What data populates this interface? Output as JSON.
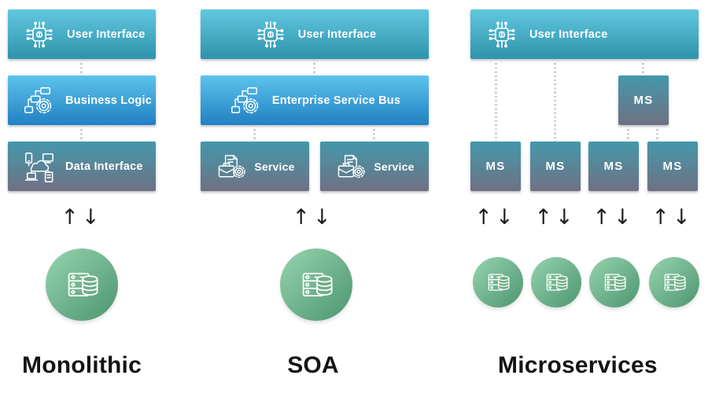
{
  "colors": {
    "ui_box_top": "#60C8E0",
    "ui_box_bottom": "#2E93AB",
    "logic_box_top": "#5CC3ED",
    "logic_box_bottom": "#2180C2",
    "service_box_top": "#4498AB",
    "service_box_bottom": "#6F7183",
    "circle_gradient_light": "#96D4AF",
    "circle_gradient_dark": "#4C9570",
    "dotted_connector": "#CDCDCD",
    "arrow": "#1F1F1F",
    "box_text": "#FFFFFF",
    "title_text": "#141414",
    "background": "#FFFFFF"
  },
  "arrows": {
    "up_down": "↑↓"
  },
  "monolithic": {
    "title": "Monolithic",
    "boxes": [
      {
        "label": "User Interface",
        "icon": "ai-chip-icon"
      },
      {
        "label": "Business Logic",
        "icon": "workflow-gear-icon"
      },
      {
        "label": "Data Interface",
        "icon": "cloud-network-icon"
      }
    ],
    "database_icon": "database-server-icon"
  },
  "soa": {
    "title": "SOA",
    "ui_box": {
      "label": "User Interface",
      "icon": "ai-chip-icon"
    },
    "esb_box": {
      "label": "Enterprise Service Bus",
      "icon": "workflow-gear-icon"
    },
    "service_boxes": [
      {
        "label": "Service",
        "icon": "briefcase-gear-icon"
      },
      {
        "label": "Service",
        "icon": "briefcase-gear-icon"
      }
    ],
    "database_icon": "database-server-icon"
  },
  "microservices": {
    "title": "Microservices",
    "ui_box": {
      "label": "User Interface",
      "icon": "ai-chip-icon"
    },
    "gateway_box": {
      "label": "MS"
    },
    "ms_boxes": [
      {
        "label": "MS"
      },
      {
        "label": "MS"
      },
      {
        "label": "MS"
      },
      {
        "label": "MS"
      }
    ],
    "database_icon": "database-server-icon"
  }
}
